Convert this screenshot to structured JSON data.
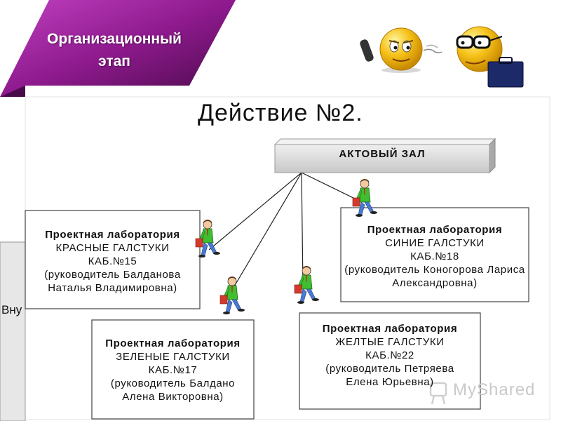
{
  "banner": {
    "line1": "Организационный",
    "line2": "этап"
  },
  "title": "Действие №2.",
  "hall": {
    "label": "АКТОВЫЙ ЗАЛ"
  },
  "labs": [
    {
      "title": "Проектная лаборатория",
      "name": "КРАСНЫЕ ГАЛСТУКИ",
      "room": "КАБ.№15",
      "leader_line1": "(руководитель Балданова",
      "leader_line2": "Наталья Владимировна)"
    },
    {
      "title": "Проектная лаборатория",
      "name": "СИНИЕ ГАЛСТУКИ",
      "room": "КАБ.№18",
      "leader_line1": "(руководитель Коногорова Лариса",
      "leader_line2": "Александровна)"
    },
    {
      "title": "Проектная лаборатория",
      "name": "ЗЕЛЕНЫЕ ГАЛСТУКИ",
      "room": "КАБ.№17",
      "leader_line1": "(руководитель Балдано",
      "leader_line2": "Алена Викторовна)"
    },
    {
      "title": "Проектная лаборатория",
      "name": "ЖЕЛТЫЕ ГАЛСТУКИ",
      "room": "КАБ.№22",
      "leader_line1": "(руководитель Петряева",
      "leader_line2": "Елена Юрьевна)"
    }
  ],
  "cut_text": "Вну",
  "watermark": "MyShared",
  "icons": {
    "banner": "purple-parallelogram-banner",
    "emoticons": [
      "phone-emoji-icon",
      "businessman-emoji-icon"
    ],
    "walkers": [
      "walking-student-icon",
      "walking-student-icon",
      "walking-student-icon",
      "walking-student-icon"
    ],
    "watermark": "myshared-logo-icon"
  },
  "colors": {
    "banner": "#8e1a8e",
    "banner_dark": "#4a0a4a",
    "hall_box": "#d6d6d6",
    "box_border": "#444444",
    "student_shirt": "#3fbf2f",
    "student_pants": "#4a7ad0",
    "emoji_yellow": "#f6c21a"
  }
}
